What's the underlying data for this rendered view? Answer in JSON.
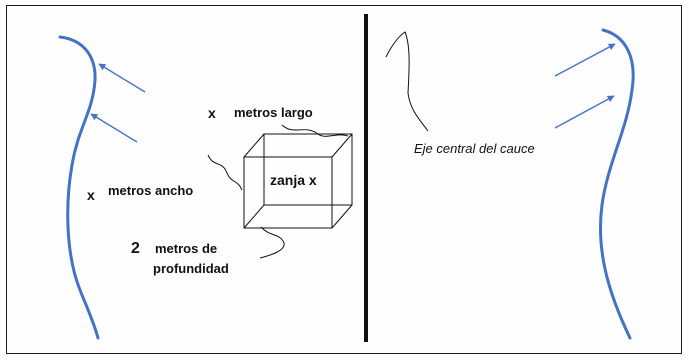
{
  "labels": {
    "length_number": "x",
    "length_text": "metros  largo",
    "width_number": "x",
    "width_text": "metros ancho",
    "trench": "zanja x",
    "depth_number": "2",
    "depth_line1": "metros de",
    "depth_line2": "profundidad",
    "axis": "Eje central del cauce"
  },
  "colors": {
    "bank": "#4472c4",
    "ink": "#111111",
    "frame": "#1a1a1a"
  }
}
